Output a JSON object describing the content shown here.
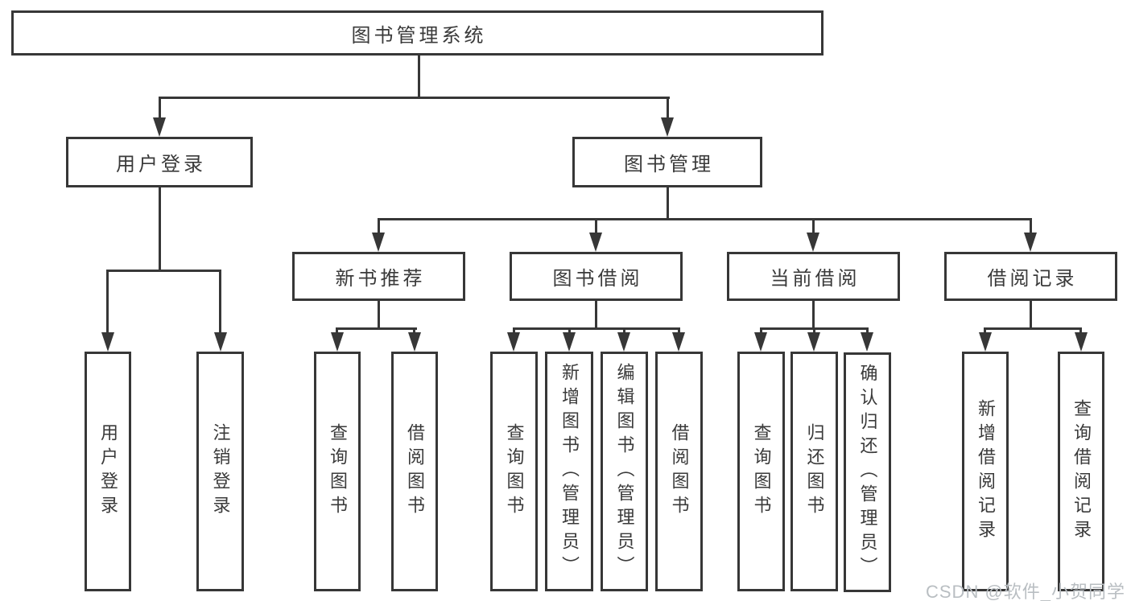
{
  "tree": {
    "label": "图书管理系统",
    "children": [
      {
        "label": "用户登录",
        "children": [
          {
            "label": "用户登录"
          },
          {
            "label": "注销登录"
          }
        ]
      },
      {
        "label": "图书管理",
        "children": [
          {
            "label": "新书推荐",
            "children": [
              {
                "label": "查询图书"
              },
              {
                "label": "借阅图书"
              }
            ]
          },
          {
            "label": "图书借阅",
            "children": [
              {
                "label": "查询图书"
              },
              {
                "label": "新增图书（管理员）"
              },
              {
                "label": "编辑图书（管理员）"
              },
              {
                "label": "借阅图书"
              }
            ]
          },
          {
            "label": "当前借阅",
            "children": [
              {
                "label": "查询图书"
              },
              {
                "label": "归还图书"
              },
              {
                "label": "确认归还（管理员）"
              }
            ]
          },
          {
            "label": "借阅记录",
            "children": [
              {
                "label": "新增借阅记录"
              },
              {
                "label": "查询借阅记录"
              }
            ]
          }
        ]
      }
    ]
  },
  "watermark": {
    "text": "CSDN @软件_小贺同学"
  },
  "colors": {
    "line": "#373737",
    "text": "#3a3a3a",
    "box_background": "#ffffff",
    "watermark": "#b9bec2",
    "page_background": "#ffffff"
  }
}
